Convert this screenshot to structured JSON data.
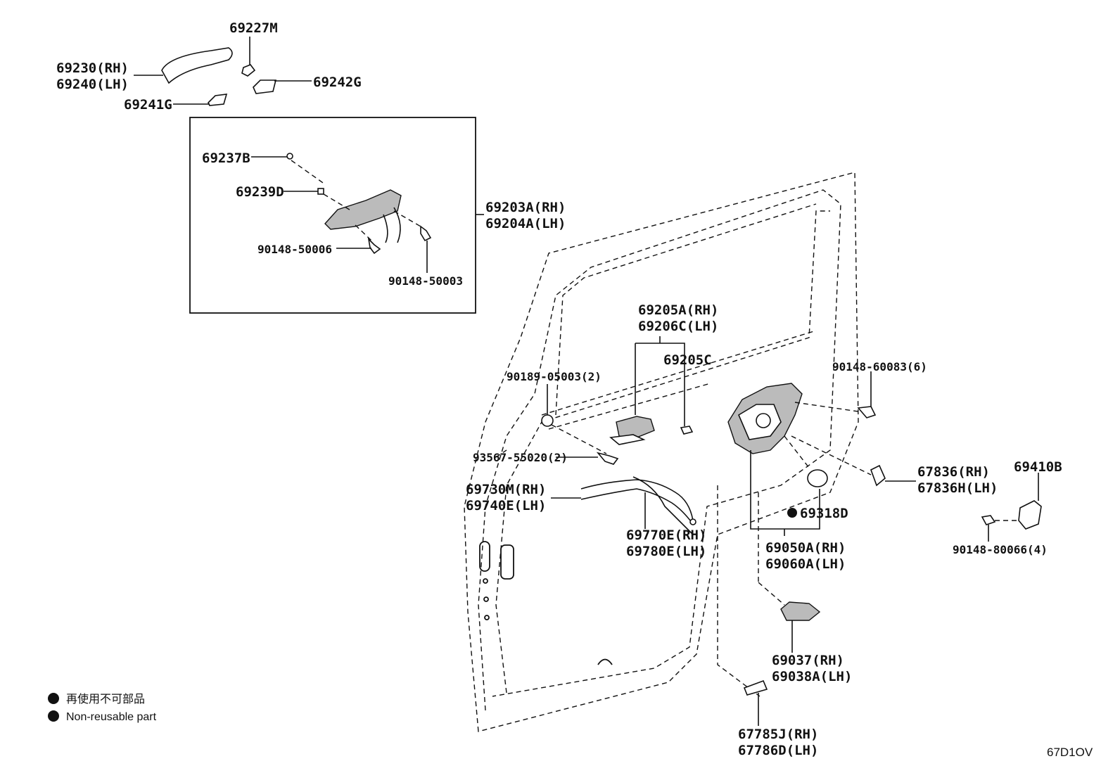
{
  "labels": {
    "p69227M": "69227M",
    "p69230": "69230(RH)",
    "p69240": "69240(LH)",
    "p69241G": "69241G",
    "p69242G": "69242G",
    "p69237B": "69237B",
    "p69239D": "69239D",
    "p69203A": "69203A(RH)",
    "p69204A": "69204A(LH)",
    "p90148_50006": "90148-50006",
    "p90148_50003": "90148-50003",
    "p69205A": "69205A(RH)",
    "p69206C": "69206C(LH)",
    "p69205C": "69205C",
    "p90189": "90189-05003(2)",
    "p90148_60083": "90148-60083(6)",
    "p93567": "93567-55020(2)",
    "p69730M": "69730M(RH)",
    "p69740E": "69740E(LH)",
    "p69770E": "69770E(RH)",
    "p69780E": "69780E(LH)",
    "p69318D": "69318D",
    "p69050A": "69050A(RH)",
    "p69060A": "69060A(LH)",
    "p67836_rh": "67836(RH)",
    "p67836H": "67836H(LH)",
    "p69410B": "69410B",
    "p90148_80066": "90148-80066(4)",
    "p69037": "69037(RH)",
    "p69038A": "69038A(LH)",
    "p67785J": "67785J(RH)",
    "p67786D": "67786D(LH)"
  },
  "legend": {
    "japanese": "再使用不可部品",
    "english": "Non-reusable part"
  },
  "diagram_code": "67D1OV"
}
